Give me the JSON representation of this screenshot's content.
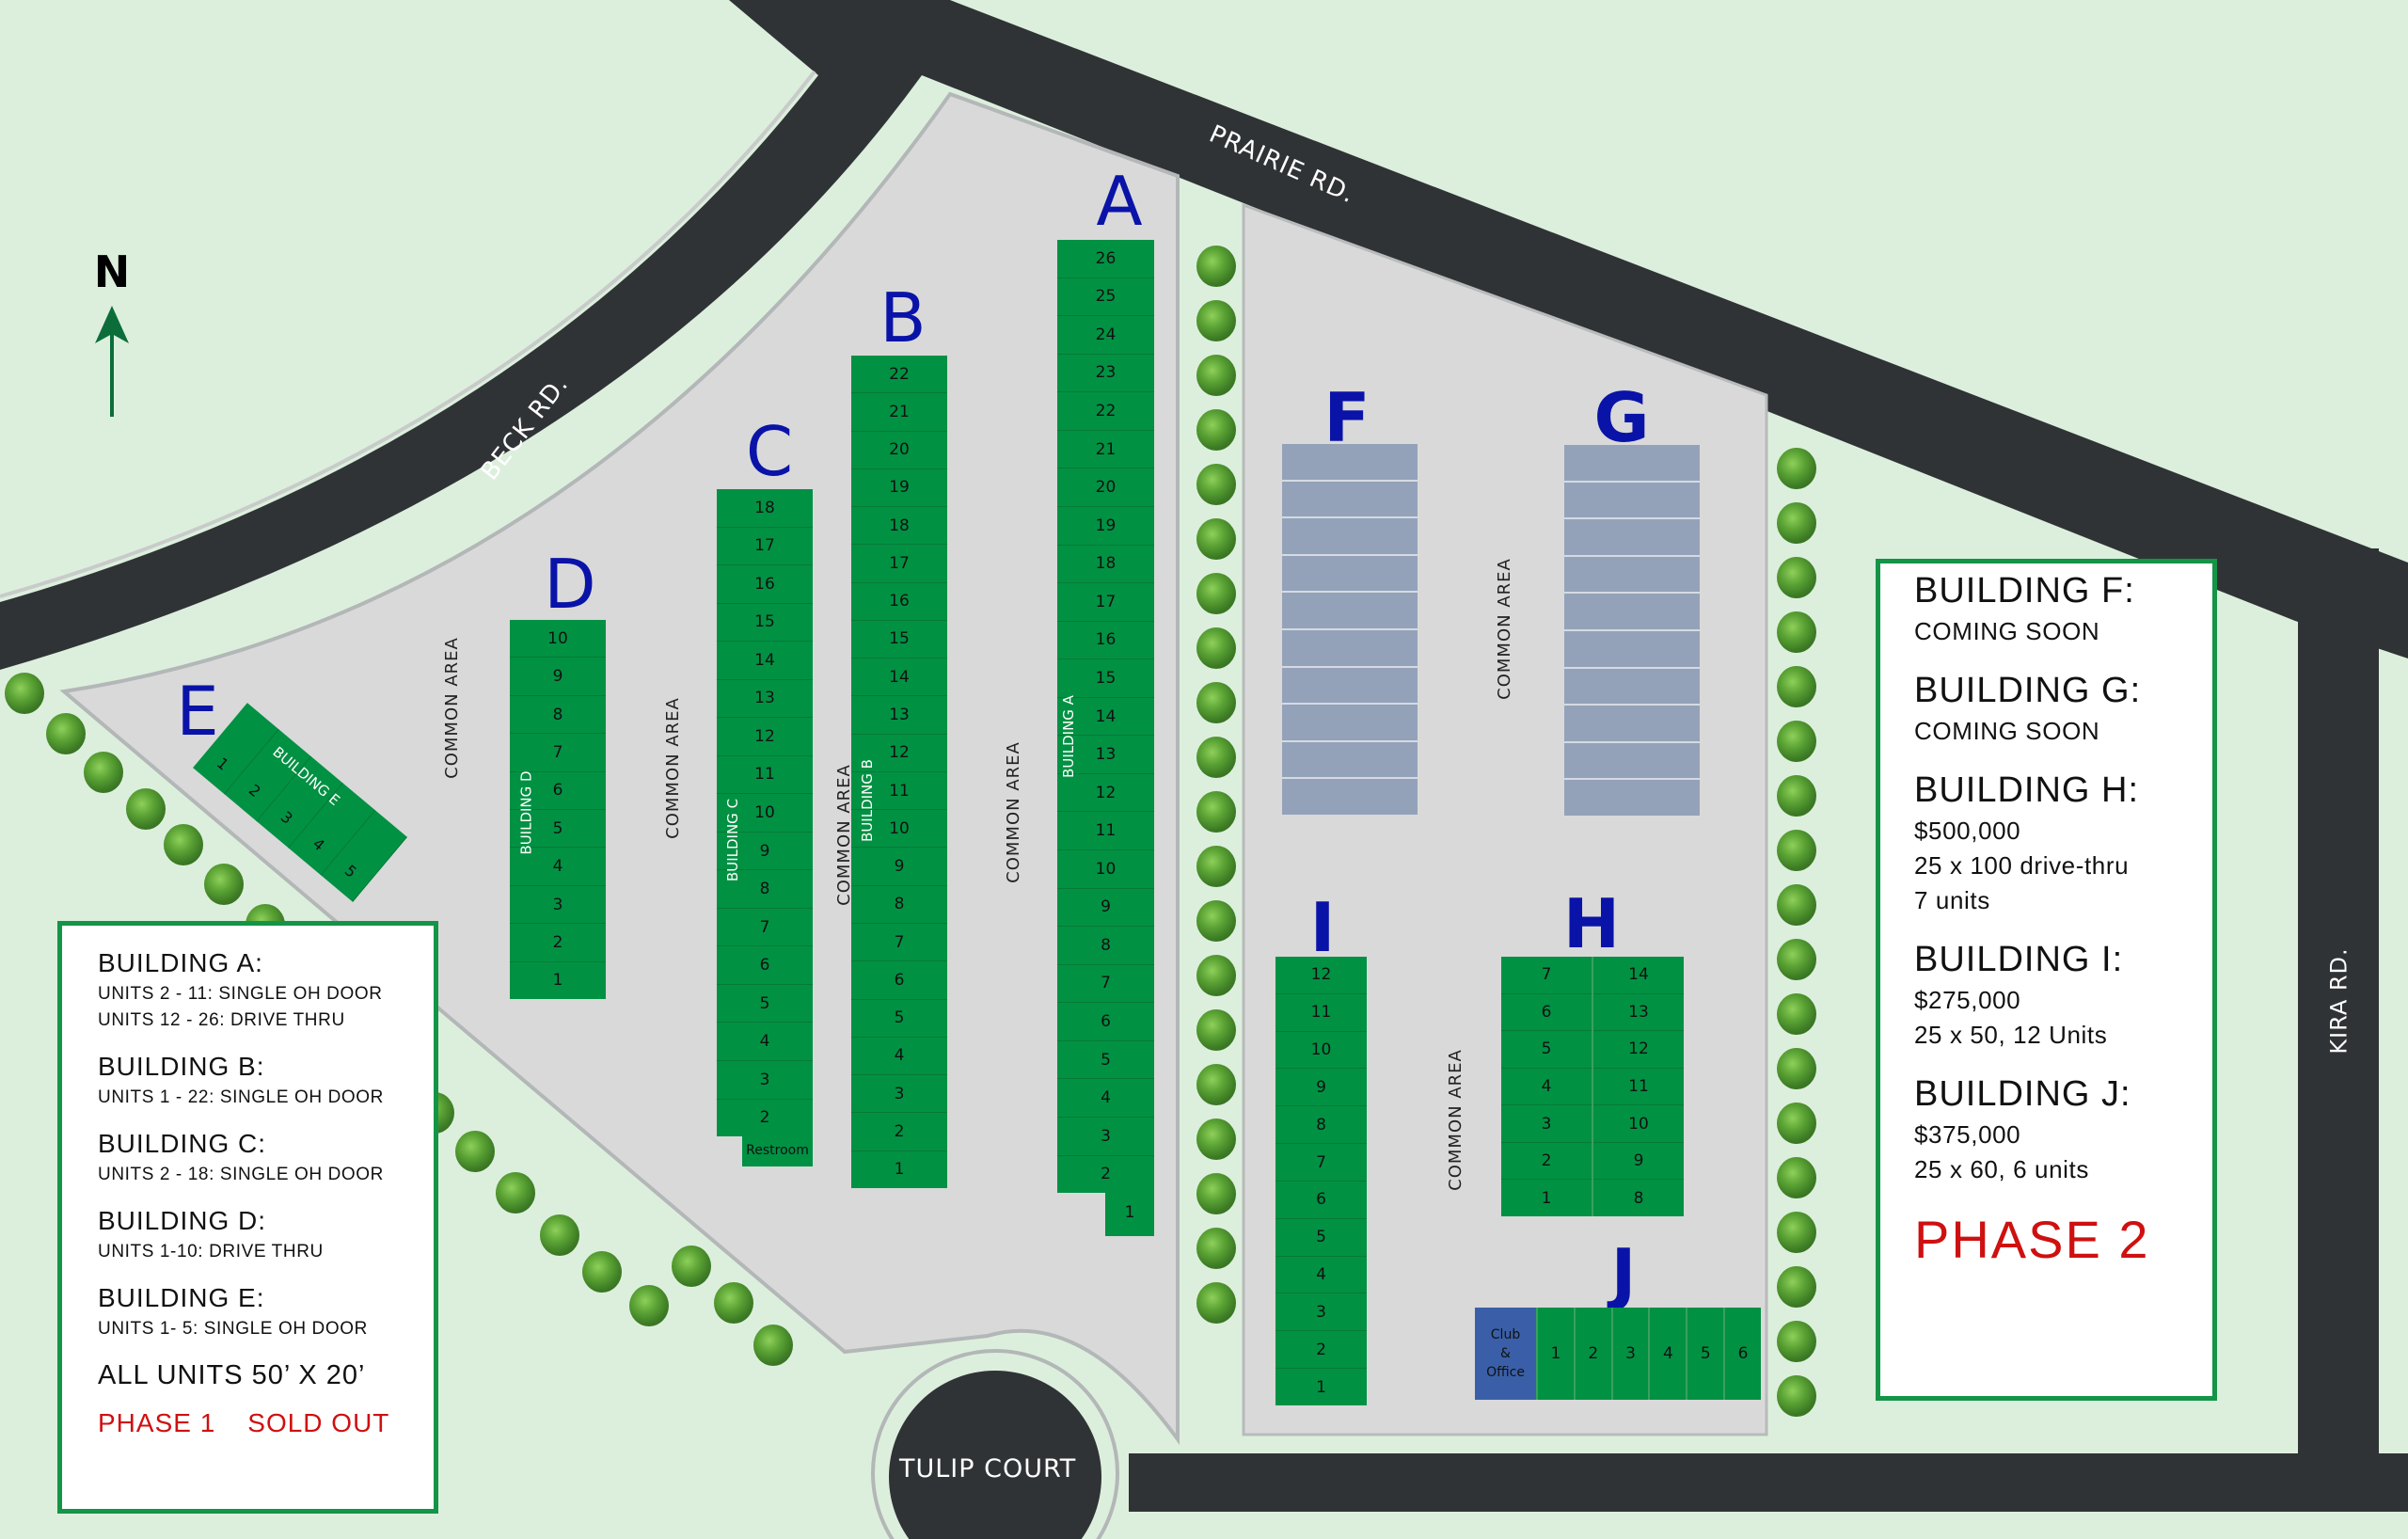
{
  "compass": {
    "label": "N"
  },
  "roads": {
    "beck": "BECK RD.",
    "prairie": "PRAIRIE RD.",
    "kira": "KIRA RD.",
    "tulip": "TULIP COURT"
  },
  "common_area_label": "COMMON AREA",
  "buildings": {
    "A": {
      "letter": "A",
      "label": "BUILDING A",
      "units": [
        "26",
        "25",
        "24",
        "23",
        "22",
        "21",
        "20",
        "19",
        "18",
        "17",
        "16",
        "15",
        "14",
        "13",
        "12",
        "11",
        "10",
        "9",
        "8",
        "7",
        "6",
        "5",
        "4",
        "3",
        "2"
      ],
      "extra_unit": "1"
    },
    "B": {
      "letter": "B",
      "label": "BUILDING B",
      "units": [
        "22",
        "21",
        "20",
        "19",
        "18",
        "17",
        "16",
        "15",
        "14",
        "13",
        "12",
        "11",
        "10",
        "9",
        "8",
        "7",
        "6",
        "5",
        "4",
        "3",
        "2",
        "1"
      ]
    },
    "C": {
      "letter": "C",
      "label": "BUILDING C",
      "units": [
        "18",
        "17",
        "16",
        "15",
        "14",
        "13",
        "12",
        "11",
        "10",
        "9",
        "8",
        "7",
        "6",
        "5",
        "4",
        "3",
        "2"
      ],
      "restroom": "Restroom"
    },
    "D": {
      "letter": "D",
      "label": "BUILDING D",
      "units": [
        "10",
        "9",
        "8",
        "7",
        "6",
        "5",
        "4",
        "3",
        "2",
        "1"
      ]
    },
    "E": {
      "letter": "E",
      "label": "BUILDING E",
      "units": [
        "1",
        "2",
        "3",
        "4",
        "5"
      ]
    },
    "F": {
      "letter": "F",
      "unit_count": 10
    },
    "G": {
      "letter": "G",
      "unit_count": 10
    },
    "H": {
      "letter": "H",
      "left_units": [
        "7",
        "6",
        "5",
        "4",
        "3",
        "2",
        "1"
      ],
      "right_units": [
        "14",
        "13",
        "12",
        "11",
        "10",
        "9",
        "8"
      ]
    },
    "I": {
      "letter": "I",
      "units": [
        "12",
        "11",
        "10",
        "9",
        "8",
        "7",
        "6",
        "5",
        "4",
        "3",
        "2",
        "1"
      ]
    },
    "J": {
      "letter": "J",
      "office": [
        "Club",
        "&",
        "Office"
      ],
      "units": [
        "1",
        "2",
        "3",
        "4",
        "5",
        "6"
      ]
    }
  },
  "legend_phase1": {
    "items": [
      {
        "title": "BUILDING A:",
        "lines": [
          "UNITS 2 - 11: SINGLE OH DOOR",
          "UNITS 12 - 26: DRIVE THRU"
        ]
      },
      {
        "title": "BUILDING B:",
        "lines": [
          "UNITS 1 - 22: SINGLE OH DOOR"
        ]
      },
      {
        "title": "BUILDING C:",
        "lines": [
          "UNITS 2 - 18: SINGLE OH DOOR"
        ]
      },
      {
        "title": "BUILDING D:",
        "lines": [
          "UNITS 1-10: DRIVE THRU"
        ]
      },
      {
        "title": "BUILDING E:",
        "lines": [
          "UNITS 1- 5: SINGLE OH DOOR"
        ]
      }
    ],
    "all_units": "ALL UNITS 50’ X 20’",
    "phase": "PHASE 1",
    "status": "SOLD OUT"
  },
  "legend_phase2": {
    "items": [
      {
        "title": "BUILDING F:",
        "lines": [
          "COMING SOON"
        ]
      },
      {
        "title": "BUILDING G:",
        "lines": [
          "COMING SOON"
        ]
      },
      {
        "title": "BUILDING H:",
        "lines": [
          "$500,000",
          "25 x 100 drive-thru",
          "7 units"
        ]
      },
      {
        "title": "BUILDING I:",
        "lines": [
          "$275,000",
          "25 x 50, 12 Units"
        ]
      },
      {
        "title": "BUILDING J:",
        "lines": [
          "$375,000",
          "25 x 60, 6 units"
        ]
      }
    ],
    "phase": "PHASE 2"
  },
  "colors": {
    "grass": "#dcefdd",
    "road": "#303336",
    "lot": "#d9d9d9",
    "building_sold": "#019143",
    "building_future": "#94a2b9",
    "office": "#3a5fa8",
    "letter": "#0a13a8",
    "legend_border": "#149447",
    "phase_red": "#cf1010"
  }
}
